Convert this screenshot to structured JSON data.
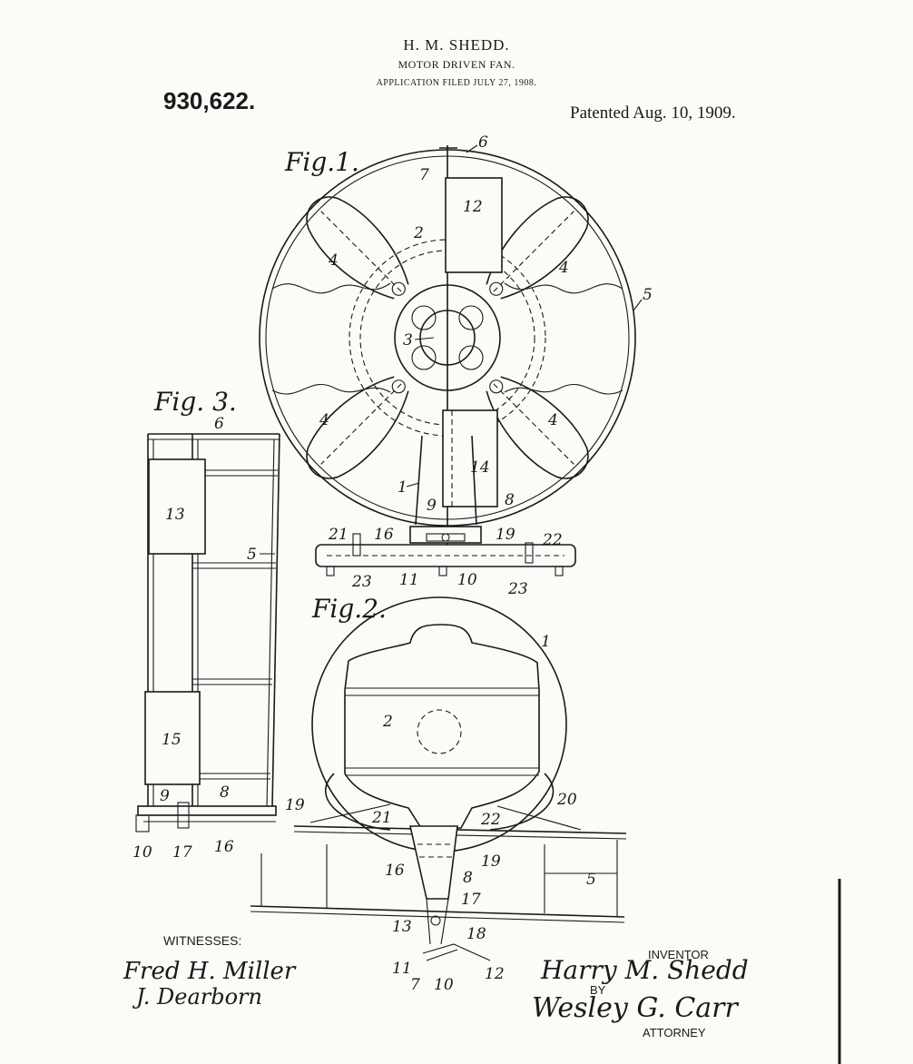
{
  "header": {
    "inventor_name": "H. M. SHEDD.",
    "title": "MOTOR DRIVEN FAN.",
    "filed": "APPLICATION FILED JULY 27, 1908.",
    "patent_number": "930,622.",
    "patented": "Patented Aug. 10, 1909."
  },
  "figures": {
    "fig1": "Fig.1.",
    "fig2": "Fig.2.",
    "fig3": "Fig. 3."
  },
  "fig1_refs": {
    "r6": "6",
    "r7": "7",
    "r12": "12",
    "r2": "2",
    "r4a": "4",
    "r4b": "4",
    "r4c": "4",
    "r4d": "4",
    "r5": "5",
    "r3": "3",
    "r14": "14",
    "r1": "1",
    "r9": "9",
    "r8": "8",
    "r21": "21",
    "r16": "16",
    "r19": "19",
    "r22": "22",
    "r11": "11",
    "r10": "10",
    "r23a": "23",
    "r23b": "23"
  },
  "fig2_refs": {
    "r1": "1",
    "r2": "2",
    "r20": "20",
    "r21": "21",
    "r22": "22",
    "r19": "19",
    "r16": "16",
    "r8": "8",
    "r5": "5",
    "r17": "17",
    "r13": "13",
    "r18": "18",
    "r11": "11",
    "r7": "7",
    "r10": "10",
    "r12": "12"
  },
  "fig3_refs": {
    "r6": "6",
    "r13": "13",
    "r5": "5",
    "r15": "15",
    "r9": "9",
    "r8": "8",
    "r19": "19",
    "r10": "10",
    "r17": "17",
    "r16": "16"
  },
  "footer": {
    "witnesses_label": "WITNESSES:",
    "witness1": "Fred H. Miller",
    "witness2": "J. Dearborn",
    "inventor_label": "INVENTOR",
    "inventor_signature": "Harry M. Shedd",
    "by_label": "BY",
    "attorney_signature": "Wesley G. Carr",
    "attorney_label": "ATTORNEY"
  }
}
